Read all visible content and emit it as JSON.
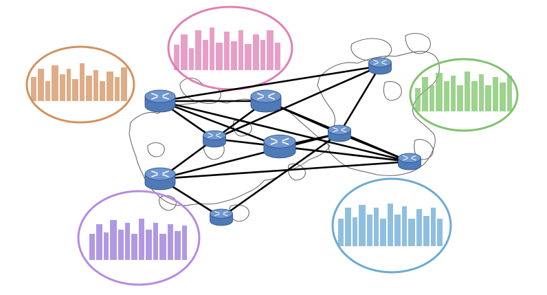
{
  "diagram": {
    "routers": [
      {
        "id": "r1",
        "icon": "router-icon"
      },
      {
        "id": "r2",
        "icon": "router-icon"
      },
      {
        "id": "r3",
        "icon": "router-icon"
      },
      {
        "id": "r4",
        "icon": "router-icon"
      },
      {
        "id": "r5",
        "icon": "router-icon"
      },
      {
        "id": "r6",
        "icon": "router-icon"
      },
      {
        "id": "r7",
        "icon": "router-icon"
      },
      {
        "id": "r8",
        "icon": "router-icon"
      },
      {
        "id": "r9",
        "icon": "router-icon"
      }
    ],
    "links": [
      [
        "r1",
        "r2"
      ],
      [
        "r1",
        "r4"
      ],
      [
        "r1",
        "r5"
      ],
      [
        "r1",
        "r9"
      ],
      [
        "r1",
        "r3"
      ],
      [
        "r2",
        "r4"
      ],
      [
        "r2",
        "r8"
      ],
      [
        "r2",
        "r9"
      ],
      [
        "r4",
        "r5"
      ],
      [
        "r4",
        "r6"
      ],
      [
        "r3",
        "r8"
      ],
      [
        "r3",
        "r4"
      ],
      [
        "r5",
        "r9"
      ],
      [
        "r6",
        "r7"
      ],
      [
        "r6",
        "r8"
      ],
      [
        "r6",
        "r9"
      ],
      [
        "r7",
        "r8"
      ],
      [
        "r8",
        "r5"
      ],
      [
        "r8",
        "r9"
      ],
      [
        "r9",
        "r5"
      ]
    ],
    "cities": [
      {
        "id": "city-top-left",
        "color": "#d4915e"
      },
      {
        "id": "city-top-center",
        "color": "#e07fb5"
      },
      {
        "id": "city-right",
        "color": "#7ec36a"
      },
      {
        "id": "city-bottom-left",
        "color": "#b58ae3"
      },
      {
        "id": "city-bottom-right",
        "color": "#6aaad6"
      }
    ],
    "colors": {
      "router_body": "#4f7ab8",
      "router_top": "#6f97cf",
      "link": "#000000",
      "map_outline": "#6a6a6a"
    }
  }
}
